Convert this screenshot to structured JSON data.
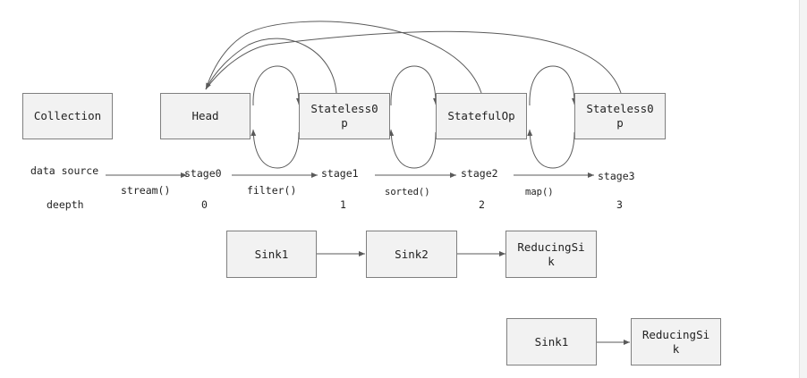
{
  "colors": {
    "box_fill": "#f2f2f2",
    "box_border": "#7f7f7f",
    "line": "#5a5a5a"
  },
  "pipeline": {
    "collection": "Collection",
    "head": "Head",
    "stateless1": "Stateless0\np",
    "stateful": "StatefulOp",
    "stateless2": "Stateless0\np"
  },
  "row_labels": {
    "source": "data source",
    "depth": "deepth"
  },
  "stages": [
    "stage0",
    "stage1",
    "stage2",
    "stage3"
  ],
  "operations": [
    "stream()",
    "filter()",
    "sorted()",
    "map()"
  ],
  "depths": [
    "0",
    "1",
    "2",
    "3"
  ],
  "sink_chain_1": [
    "Sink1",
    "Sink2",
    "ReducingSi\nk"
  ],
  "sink_chain_2": [
    "Sink1",
    "ReducingSi\nk"
  ]
}
